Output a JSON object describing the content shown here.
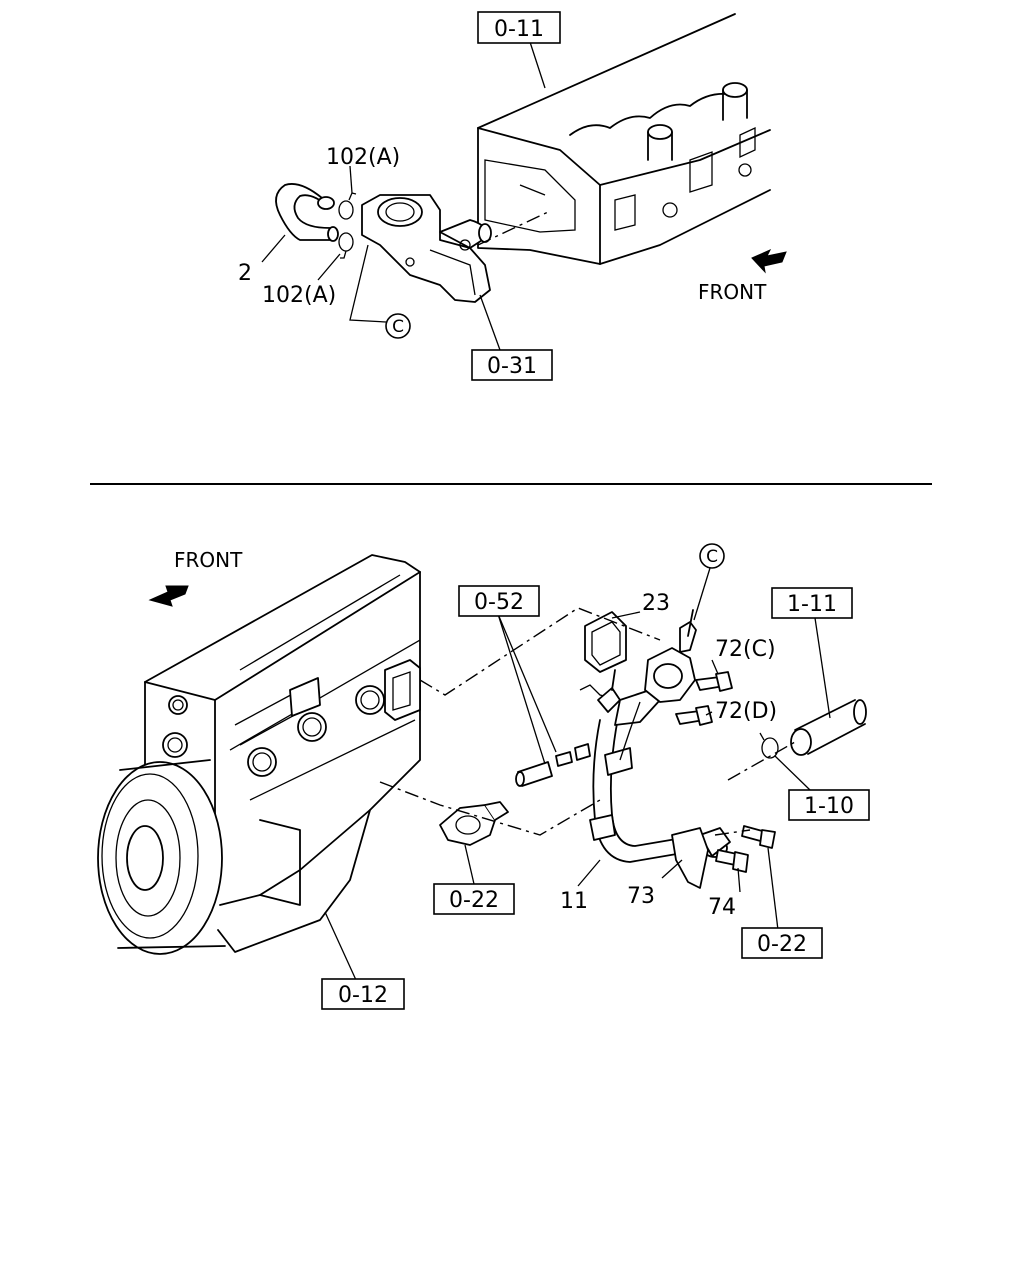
{
  "top_section": {
    "ref_0_11": "0-11",
    "ref_0_31": "0-31",
    "label_102a_top": "102(A)",
    "label_102a_bottom": "102(A)",
    "label_2": "2",
    "circle_c": "C",
    "front": "FRONT"
  },
  "bottom_section": {
    "front": "FRONT",
    "ref_0_52": "0-52",
    "ref_0_22_left": "0-22",
    "ref_0_22_right": "0-22",
    "ref_0_12": "0-12",
    "ref_1_11": "1-11",
    "ref_1_10": "1-10",
    "label_23": "23",
    "label_72c": "72(C)",
    "label_72d": "72(D)",
    "label_11": "11",
    "label_73": "73",
    "label_74": "74",
    "circle_c": "C"
  }
}
